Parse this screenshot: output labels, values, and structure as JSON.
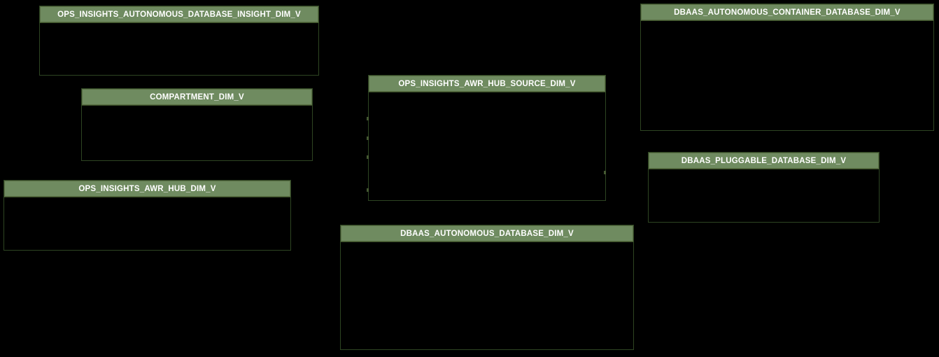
{
  "diagram": {
    "type": "database-schema-diagram",
    "background_color": "#000000",
    "entity_header_color": "#6F8B60",
    "entity_border_color": "#2E4522",
    "entity_title_color": "#FFFFFF",
    "entities": [
      {
        "name": "OPS_INSIGHTS_AUTONOMOUS_DATABASE_INSIGHT_DIM_V"
      },
      {
        "name": "COMPARTMENT_DIM_V"
      },
      {
        "name": "OPS_INSIGHTS_AWR_HUB_DIM_V"
      },
      {
        "name": "OPS_INSIGHTS_AWR_HUB_SOURCE_DIM_V"
      },
      {
        "name": "DBAAS_AUTONOMOUS_DATABASE_DIM_V"
      },
      {
        "name": "DBAAS_AUTONOMOUS_CONTAINER_DATABASE_DIM_V"
      },
      {
        "name": "DBAAS_PLUGGABLE_DATABASE_DIM_V"
      }
    ]
  }
}
